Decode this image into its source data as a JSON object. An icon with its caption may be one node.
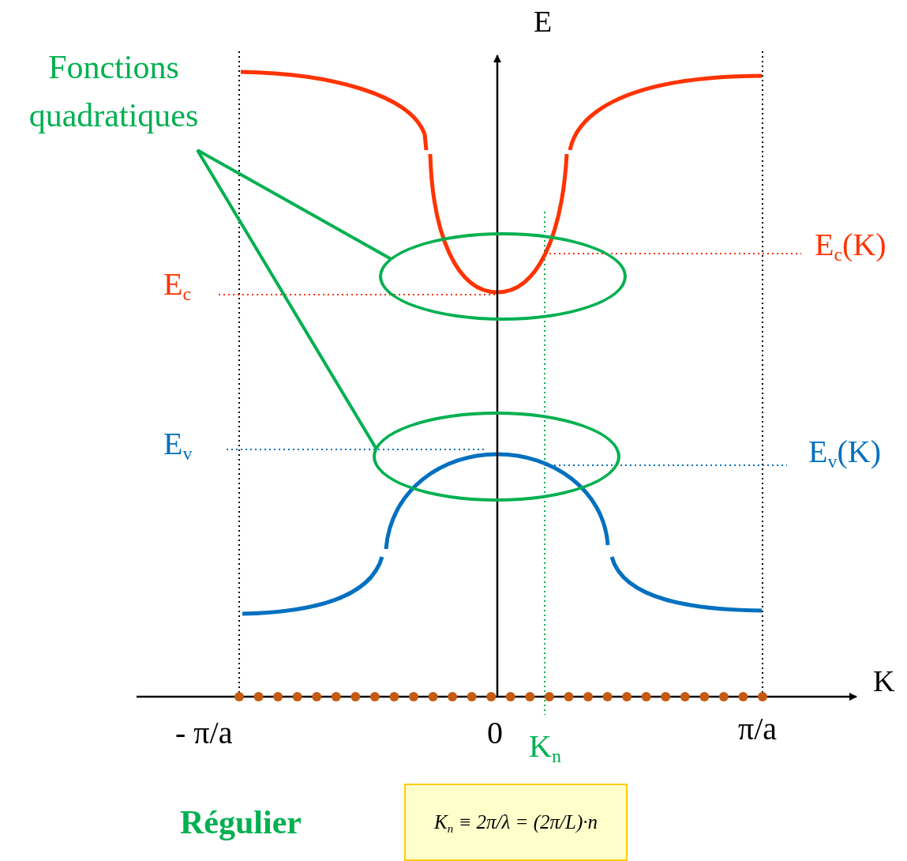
{
  "diagram": {
    "nodes": [
      {
        "text": [
          "Fonctions quadratiques"
        ]
      },
      {
        "text": [],
        "shape": "ellipse"
      },
      {
        "text": [],
        "shape": "ellipse"
      },
      {
        "text": [
          "K$_{n}$ ≡ 2π/λ = (2π/L)·n"
        ]
      }
    ],
    "edges": [
      {
        "from": 0,
        "to": 1,
        "arrow": "none"
      },
      {
        "from": 0,
        "to": 2,
        "arrow": "none"
      }
    ],
    "labels": [
      "E",
      "E$_{c}$",
      "E$_{c}$(K)",
      "E$_{v}$",
      "E$_{v}$(K)",
      "K",
      "- π/a",
      "0",
      "π/a",
      "K$_{n}$",
      "Régulier"
    ]
  }
}
